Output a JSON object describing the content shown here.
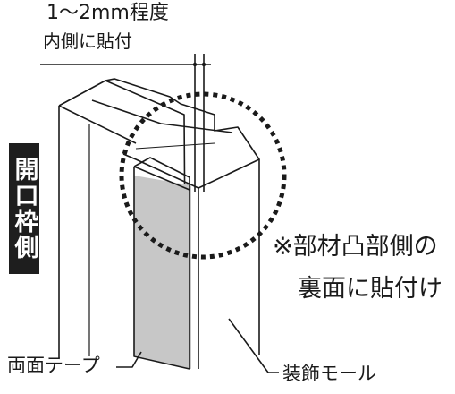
{
  "labels": {
    "top_line1": "1～2mm程度",
    "top_line2": "内側に貼付",
    "side_label": "開口枠側",
    "note_line1": "※部材凸部側の",
    "note_line2": "裏面に貼付け",
    "tape_label": "両面テープ",
    "molding_label": "装飾モール"
  },
  "colors": {
    "line": "#1a1a1a",
    "tape_fill": "#c7c7c7",
    "side_label_bg": "#1e1e1e"
  }
}
